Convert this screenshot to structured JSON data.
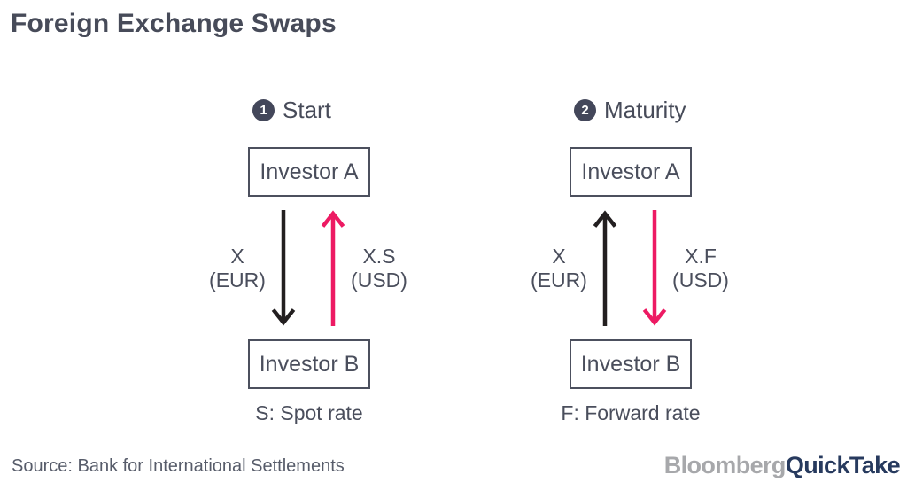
{
  "title": "Foreign Exchange Swaps",
  "colors": {
    "ink": "#474b59",
    "arrow_black": "#231f20",
    "arrow_pink": "#ed1a63",
    "logo_gray": "#a7a8ab",
    "logo_navy": "#273a5e"
  },
  "panels": [
    {
      "badge": "1",
      "heading": "Start",
      "top_box": "Investor A",
      "bottom_box": "Investor B",
      "eur_arrow_direction": "down",
      "usd_arrow_direction": "up",
      "eur_line1": "X",
      "eur_line2": "(EUR)",
      "usd_line1": "X.S",
      "usd_line2": "(USD)",
      "caption": "S: Spot rate"
    },
    {
      "badge": "2",
      "heading": "Maturity",
      "top_box": "Investor A",
      "bottom_box": "Investor B",
      "eur_arrow_direction": "up",
      "usd_arrow_direction": "down",
      "eur_line1": "X",
      "eur_line2": "(EUR)",
      "usd_line1": "X.F",
      "usd_line2": "(USD)",
      "caption": "F: Forward rate"
    }
  ],
  "source": "Source: Bank for International Settlements",
  "logo": {
    "part1": "Bloomberg",
    "part2": "QuickTake"
  }
}
